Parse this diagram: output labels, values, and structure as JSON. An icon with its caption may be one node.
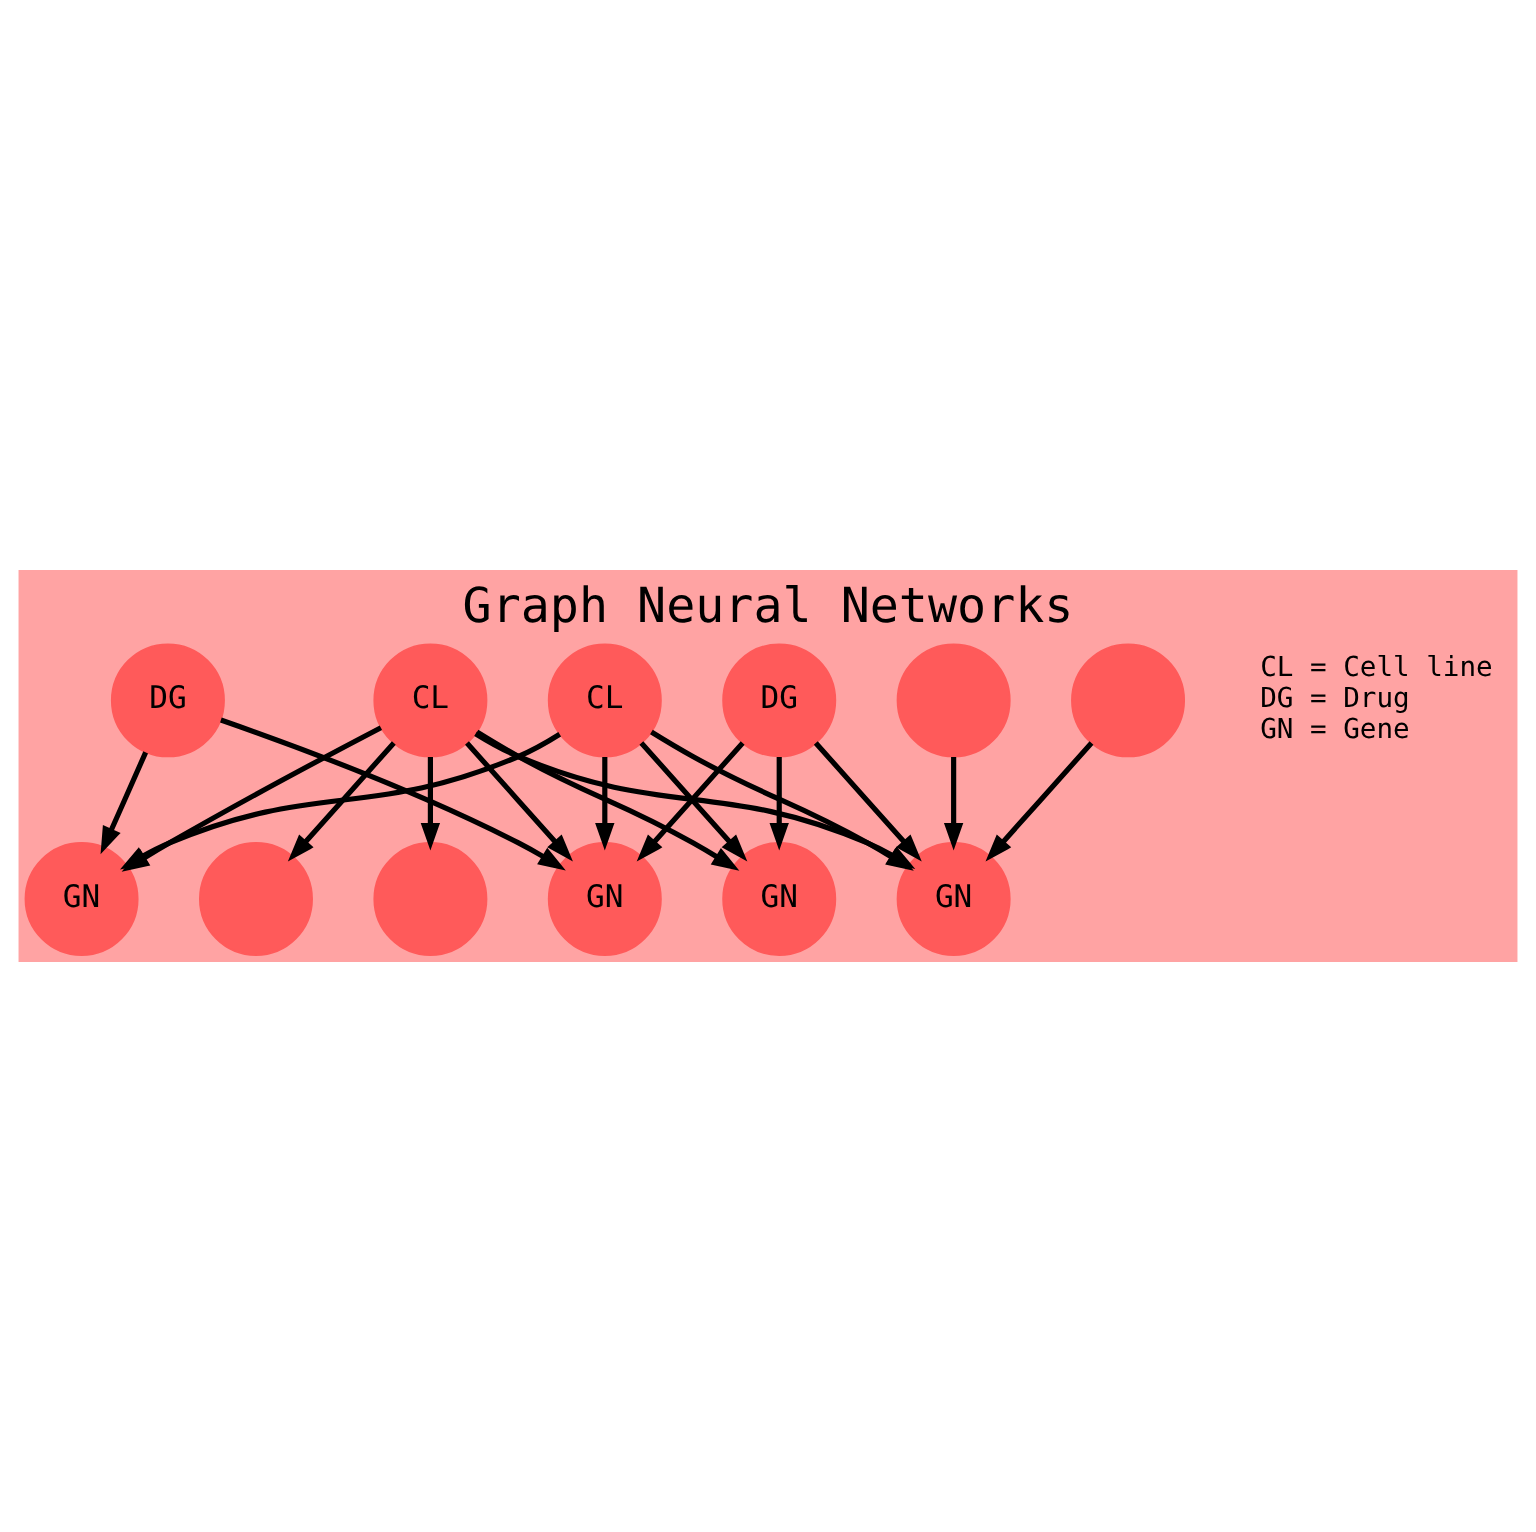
{
  "diagram": {
    "title": "Graph Neural Networks",
    "nodes": [
      {
        "text": [
          "CL"
        ]
      },
      {
        "text": [],
        "shape": "circle"
      },
      {
        "text": [
          "CL"
        ]
      },
      {
        "text": [
          "GN"
        ]
      },
      {
        "text": [],
        "shape": "circle"
      },
      {
        "text": [
          "GN"
        ]
      },
      {
        "text": [
          "GN"
        ]
      },
      {
        "text": [
          "DG"
        ]
      },
      {
        "text": [
          "GN"
        ]
      },
      {
        "text": [
          "DG"
        ]
      },
      {
        "text": [],
        "shape": "circle"
      },
      {
        "text": [],
        "shape": "circle"
      }
    ],
    "edges": [
      {
        "from": 0,
        "to": 3,
        "arrow": "to"
      },
      {
        "from": 0,
        "to": 5,
        "arrow": "to"
      },
      {
        "from": 0,
        "to": 6,
        "arrow": "to"
      },
      {
        "from": 0,
        "to": 8,
        "arrow": "to"
      },
      {
        "from": 2,
        "to": 1,
        "arrow": "to"
      },
      {
        "from": 2,
        "to": 4,
        "arrow": "to"
      },
      {
        "from": 2,
        "to": 3,
        "arrow": "to"
      },
      {
        "from": 2,
        "to": 5,
        "arrow": "to"
      },
      {
        "from": 2,
        "to": 6,
        "arrow": "to"
      },
      {
        "from": 2,
        "to": 8,
        "arrow": "to"
      },
      {
        "from": 7,
        "to": 3,
        "arrow": "to"
      },
      {
        "from": 7,
        "to": 5,
        "arrow": "to"
      },
      {
        "from": 9,
        "to": 5,
        "arrow": "to"
      },
      {
        "from": 9,
        "to": 6,
        "arrow": "to"
      },
      {
        "from": 9,
        "to": 8,
        "arrow": "to"
      },
      {
        "from": 10,
        "to": 8,
        "arrow": "to"
      },
      {
        "from": 11,
        "to": 8,
        "arrow": "to"
      }
    ],
    "labels": [
      "CL = Cell line",
      "DG = Drug",
      "GN = Gene"
    ]
  }
}
